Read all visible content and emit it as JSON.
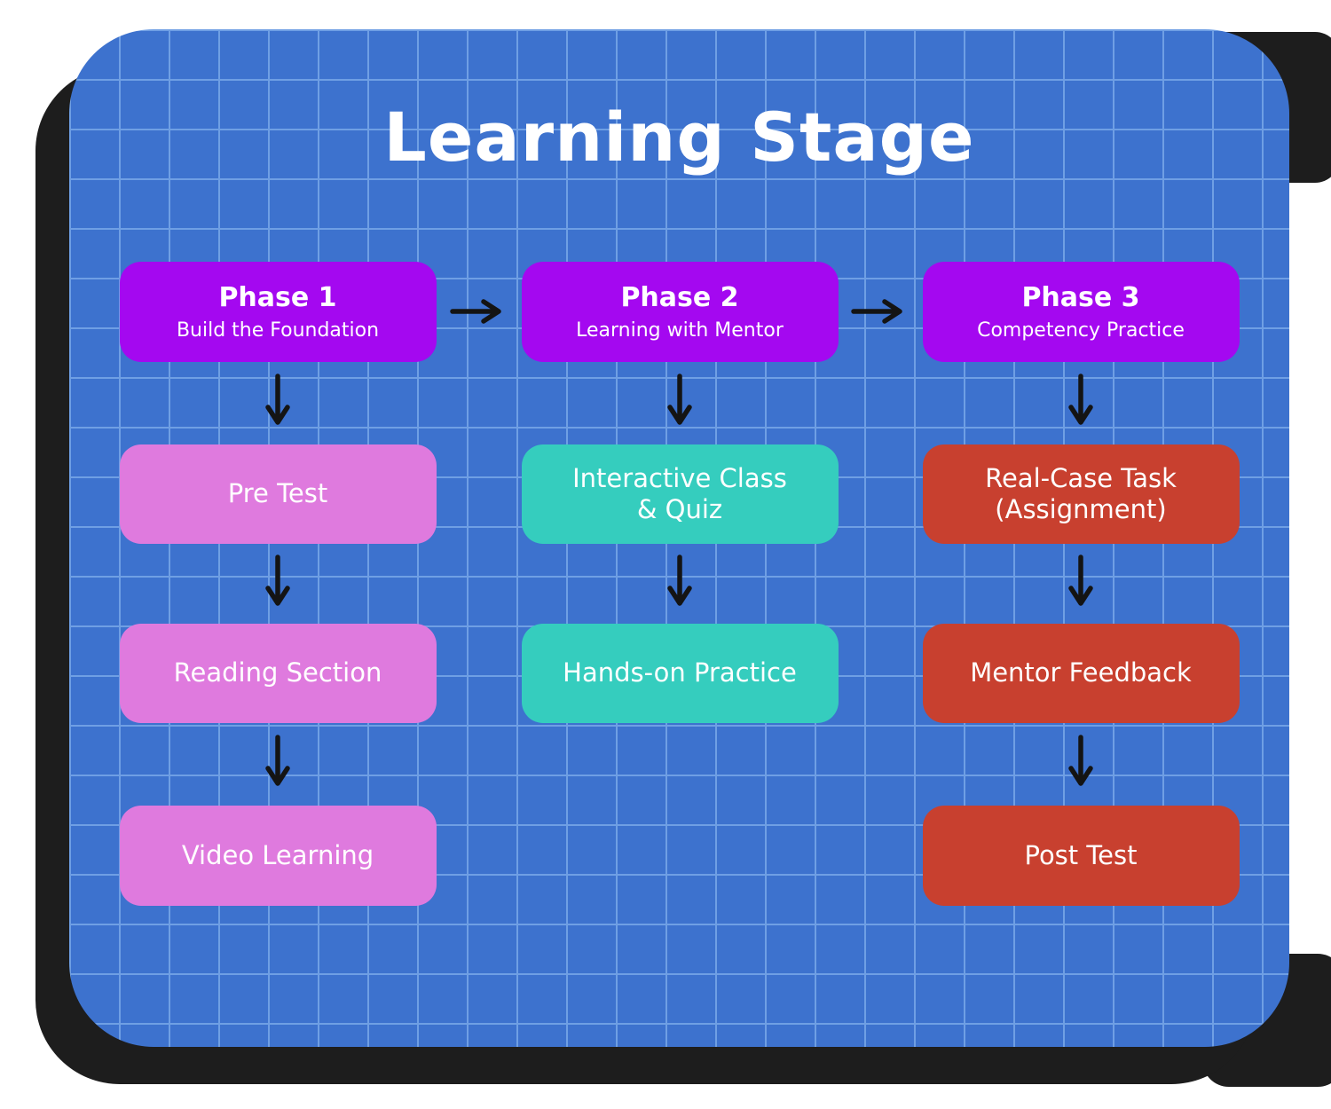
{
  "title": "Learning Stage",
  "colors": {
    "background": "#ffffff",
    "board": "#3d72ce",
    "grid_line": "#6f9fe4",
    "shadow": "#1d1d1d",
    "phase_header": "#a408f0",
    "column1_box": "#df7ade",
    "column2_box": "#35cdbe",
    "column3_box": "#c8402f",
    "arrow": "#141414",
    "text": "#ffffff"
  },
  "columns": [
    {
      "header": {
        "title": "Phase 1",
        "subtitle": "Build the Foundation"
      },
      "steps": [
        "Pre Test",
        "Reading Section",
        "Video Learning"
      ]
    },
    {
      "header": {
        "title": "Phase 2",
        "subtitle": "Learning with Mentor"
      },
      "steps": [
        "Interactive Class\n& Quiz",
        "Hands-on Practice"
      ]
    },
    {
      "header": {
        "title": "Phase 3",
        "subtitle": "Competency Practice"
      },
      "steps": [
        "Real-Case Task\n(Assignment)",
        "Mentor Feedback",
        "Post Test"
      ]
    }
  ]
}
